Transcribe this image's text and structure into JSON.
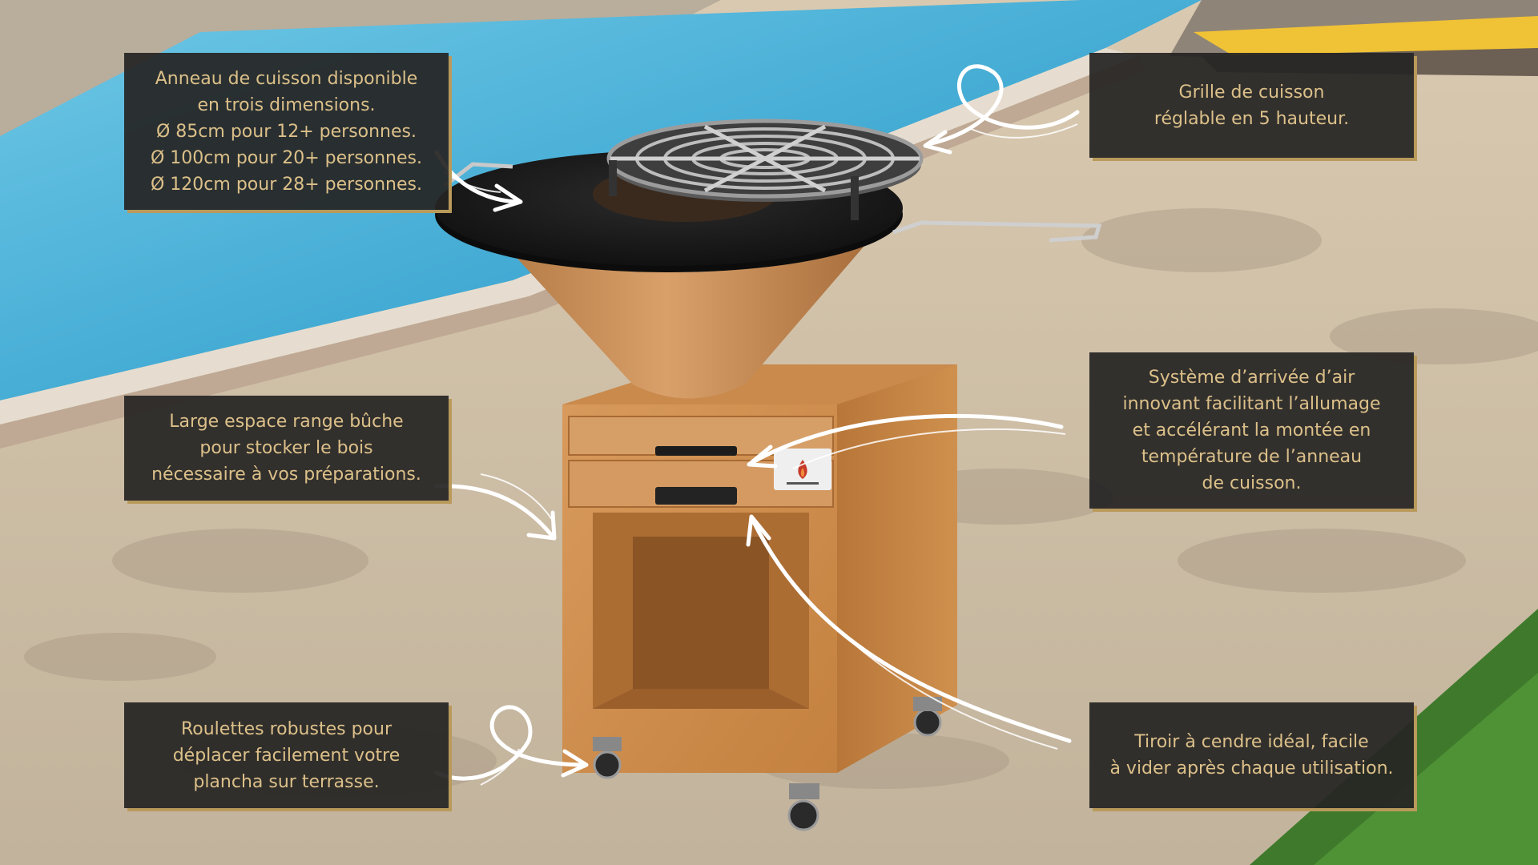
{
  "callouts": {
    "cooking_ring": {
      "lines": [
        "Anneau de cuisson disponible",
        "en trois dimensions.",
        "Ø 85cm pour 12+ personnes.",
        "Ø 100cm pour 20+ personnes.",
        "Ø 120cm pour 28+ personnes."
      ]
    },
    "log_storage": {
      "lines": [
        "Large espace range bûche",
        "pour stocker le bois",
        "nécessaire à vos préparations."
      ]
    },
    "wheels": {
      "lines": [
        "Roulettes robustes pour",
        "déplacer facilement votre",
        "plancha sur terrasse."
      ]
    },
    "cooking_grill": {
      "lines": [
        "Grille de cuisson",
        "réglable en 5 hauteur."
      ]
    },
    "air_system": {
      "lines": [
        "Système d’arrivée d’air",
        "innovant facilitant l’allumage",
        "et accélérant la montée en",
        "température de l’anneau",
        "de cuisson."
      ]
    },
    "ash_drawer": {
      "lines": [
        "Tiroir à cendre idéal, facile",
        "à vider après chaque utilisation."
      ]
    }
  },
  "colors": {
    "callout_background": "#262524",
    "callout_text": "#dcc089",
    "callout_accent": "#b99a5b",
    "pool_water": "#4fb4d8",
    "corten_steel": "#c98a4c",
    "ring_plate": "#1b1b1b"
  },
  "icons": {
    "brand_badge": "flame-logo-icon"
  }
}
